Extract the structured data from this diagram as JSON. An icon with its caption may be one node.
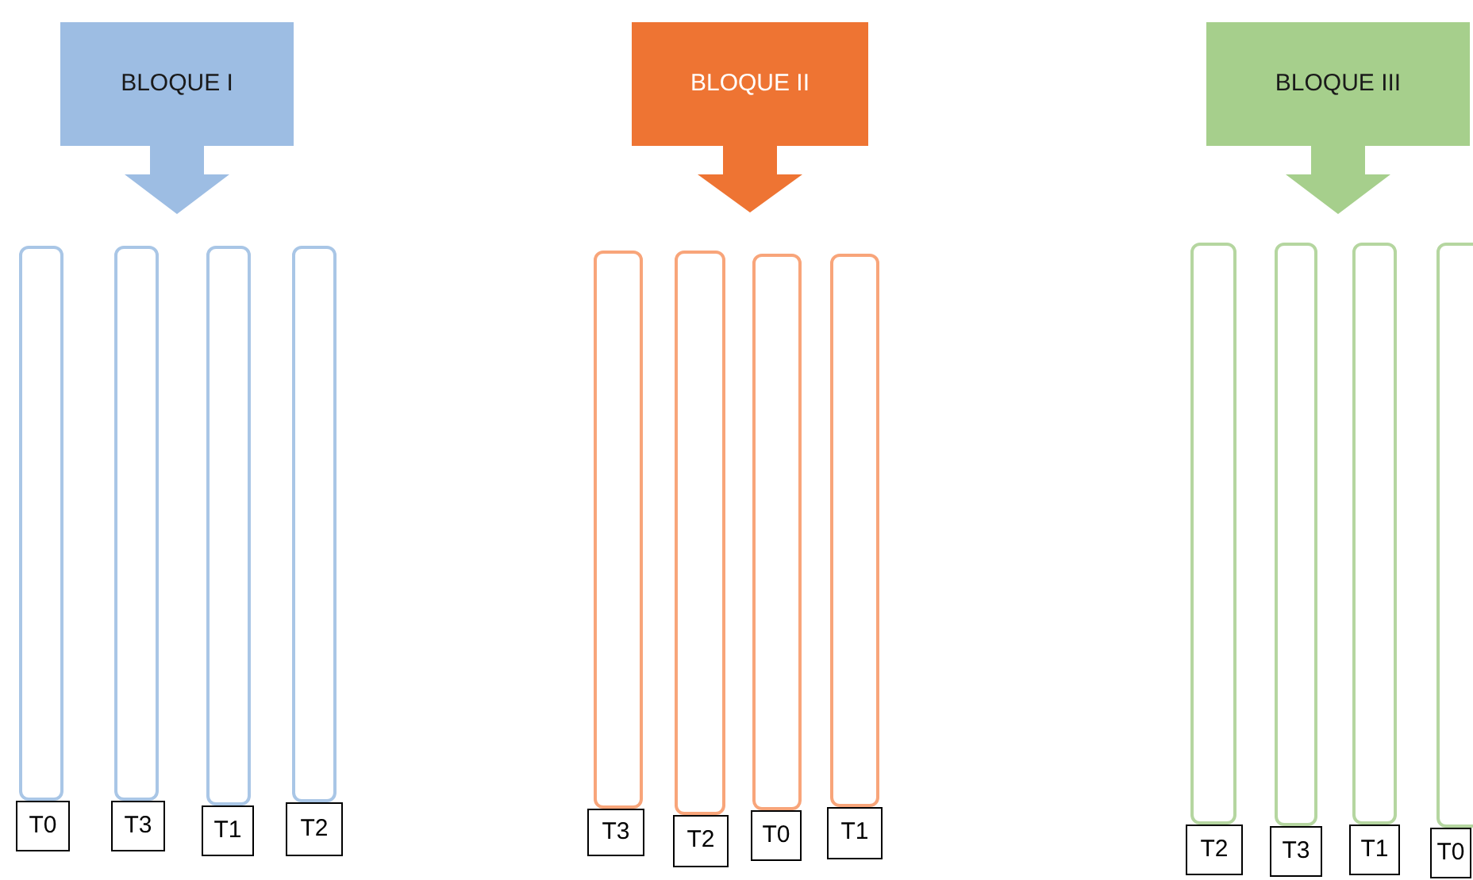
{
  "diagram": {
    "nodes": [
      {
        "text": [
          "BLOQUE I"
        ]
      },
      {
        "text": [
          "BLOQUE II"
        ]
      },
      {
        "text": [
          "BLOQUE III"
        ]
      },
      {
        "text": [],
        "shape": "bar"
      },
      {
        "text": [],
        "shape": "bar"
      },
      {
        "text": [],
        "shape": "bar"
      },
      {
        "text": [],
        "shape": "bar"
      },
      {
        "text": [],
        "shape": "bar"
      },
      {
        "text": [],
        "shape": "bar"
      },
      {
        "text": [],
        "shape": "bar"
      },
      {
        "text": [],
        "shape": "bar"
      },
      {
        "text": [],
        "shape": "bar"
      },
      {
        "text": [],
        "shape": "bar"
      },
      {
        "text": [],
        "shape": "bar"
      },
      {
        "text": [],
        "shape": "bar"
      },
      {
        "text": [
          "T0"
        ]
      },
      {
        "text": [
          "T3"
        ]
      },
      {
        "text": [
          "T1"
        ]
      },
      {
        "text": [
          "T2"
        ]
      },
      {
        "text": [
          "T3"
        ]
      },
      {
        "text": [
          "T2"
        ]
      },
      {
        "text": [
          "T0"
        ]
      },
      {
        "text": [
          "T1"
        ]
      },
      {
        "text": [
          "T2"
        ]
      },
      {
        "text": [
          "T3"
        ]
      },
      {
        "text": [
          "T1"
        ]
      },
      {
        "text": [
          "T0"
        ]
      }
    ]
  }
}
